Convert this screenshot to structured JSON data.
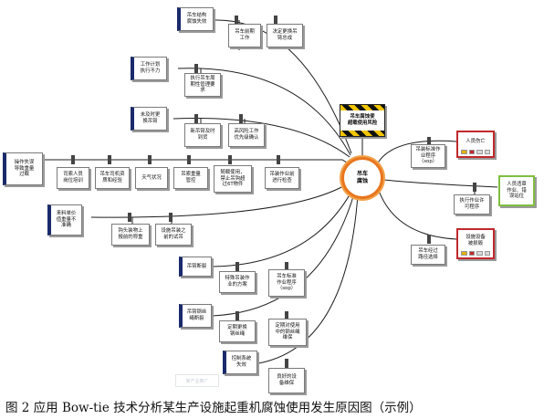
{
  "top_event": "吊车\n腐蚀",
  "hazard": "吊车腐蚀使\n超载使用风险",
  "threats": {
    "main": "操作失误\n导致重量\n过载",
    "t1": "吊车结构\n腐蚀失效",
    "t2": "工作计划\n执行不力",
    "t3": "未及时更\n换吊臂",
    "t4": "来料单价\n值重量不\n准确",
    "t5": "吊臂断裂",
    "t6": "吊臂钢丝\n绳断裂",
    "t7": "控制系统\n失效"
  },
  "barriers": {
    "b1": "吊车前期\n工作",
    "b2": "决定更换吊\n臂总成",
    "b3": "执行吊车周\n期性管理要\n求",
    "b4": "新吊臂及时\n到货",
    "b5": "高风险工作\n优先级确认",
    "b6": "司索人员\n岗位培训",
    "b7": "吊车司机资\n质和经验",
    "b8": "天气状况",
    "b9": "吊索重量\n管控",
    "b10": "随载使用，\n禁止吊钩超\n过6T物件",
    "b11": "吊装作业前\n进行检查",
    "b12": "钩头装物上\n报前的称重",
    "b13": "设施吊装之\n前的试吊",
    "b14": "特殊吊装作\n业的方案",
    "b15": "吊车标准\n作业程序\n（sop）",
    "b16": "定期更换\n钢丝绳",
    "b17": "定期对使用\n中的钢丝绳\n维保",
    "b18": "良好的设\n备维保"
  },
  "consequence_side": {
    "b19": "吊装标准作\n业程序\n（sop）",
    "b20": "执行作业许\n可程序",
    "b21": "吊车经过\n路径选择"
  },
  "consequences": {
    "c1": "人员伤亡",
    "c2": "设施设备\n被损毁",
    "sidebox": "人员违章\n作业、错\n误站位"
  },
  "watermark": "某产业推广",
  "caption": "图 2 应用 Bow-tie 技术分析某生产设施起重机腐蚀使用发生原因图（示例）"
}
